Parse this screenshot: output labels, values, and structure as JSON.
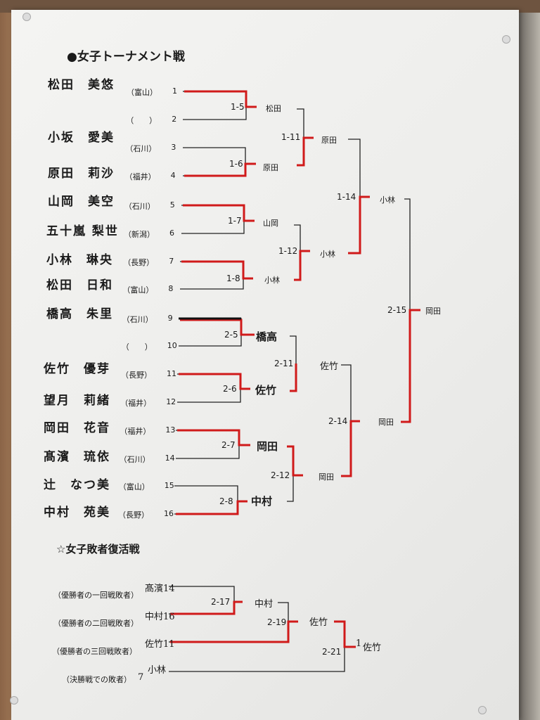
{
  "main": {
    "title": "●女子トーナメント戦",
    "entries": [
      {
        "seed": "1",
        "name": "松田　美悠",
        "pref": "（富山）"
      },
      {
        "seed": "2",
        "name": "",
        "pref": "（　　）"
      },
      {
        "seed": "3",
        "name": "小坂　愛美",
        "pref": "（石川）"
      },
      {
        "seed": "4",
        "name": "原田　莉沙",
        "pref": "（福井）"
      },
      {
        "seed": "5",
        "name": "山岡　美空",
        "pref": "（石川）"
      },
      {
        "seed": "6",
        "name": "五十嵐 梨世",
        "pref": "（新潟）"
      },
      {
        "seed": "7",
        "name": "小林　琳央",
        "pref": "（長野）"
      },
      {
        "seed": "8",
        "name": "松田　日和",
        "pref": "（富山）"
      },
      {
        "seed": "9",
        "name": "橋高　朱里",
        "pref": "（石川）"
      },
      {
        "seed": "10",
        "name": "",
        "pref": "（　　）"
      },
      {
        "seed": "11",
        "name": "佐竹　優芽",
        "pref": "（長野）"
      },
      {
        "seed": "12",
        "name": "望月　莉緒",
        "pref": "（福井）"
      },
      {
        "seed": "13",
        "name": "岡田　花音",
        "pref": "（福井）"
      },
      {
        "seed": "14",
        "name": "髙濱　琉依",
        "pref": "（石川）"
      },
      {
        "seed": "15",
        "name": "辻　なつ美",
        "pref": "（富山）"
      },
      {
        "seed": "16",
        "name": "中村　苑美",
        "pref": "（長野）"
      }
    ],
    "matches": [
      {
        "id": "1-5",
        "winner": "松田"
      },
      {
        "id": "1-6",
        "winner": "原田"
      },
      {
        "id": "1-7",
        "winner": "山岡"
      },
      {
        "id": "1-8",
        "winner": "小林"
      },
      {
        "id": "2-5",
        "winner": "橋高"
      },
      {
        "id": "2-6",
        "winner": "佐竹"
      },
      {
        "id": "2-7",
        "winner": "岡田"
      },
      {
        "id": "2-8",
        "winner": "中村"
      },
      {
        "id": "1-11",
        "winner": "原田"
      },
      {
        "id": "1-12",
        "winner": "小林"
      },
      {
        "id": "2-11",
        "winner": "佐竹"
      },
      {
        "id": "2-12",
        "winner": "岡田"
      },
      {
        "id": "1-14",
        "winner": "小林"
      },
      {
        "id": "2-14",
        "winner": "岡田"
      },
      {
        "id": "2-15",
        "winner": "岡田"
      }
    ]
  },
  "repechage": {
    "title": "☆女子敗者復活戦",
    "slots": [
      {
        "label": "（優勝者の一回戦敗者）",
        "entry": "髙濱14"
      },
      {
        "label": "（優勝者の二回戦敗者）",
        "entry": "中村16"
      },
      {
        "label": "（優勝者の三回戦敗者）",
        "entry": "佐竹11"
      },
      {
        "label": "（決勝戦での敗者）",
        "entry": "小林",
        "seed": "7"
      }
    ],
    "matches": [
      {
        "id": "2-17",
        "winner": "中村"
      },
      {
        "id": "2-19",
        "winner": "佐竹"
      },
      {
        "id": "2-21",
        "winner": "佐竹",
        "note": "1"
      }
    ]
  },
  "colors": {
    "highlight": "#d01a1a",
    "line": "#222222"
  }
}
